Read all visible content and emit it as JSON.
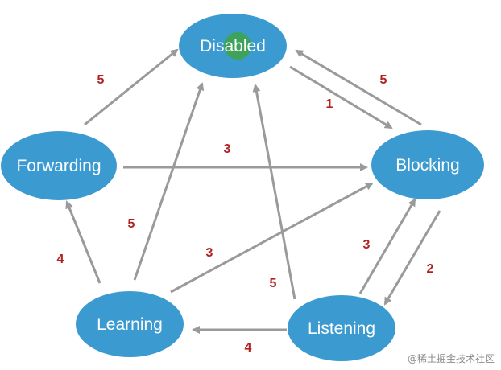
{
  "nodes": [
    {
      "id": "disabled",
      "label": "Disabled",
      "color": "#3b9bd0"
    },
    {
      "id": "blocking",
      "label": "Blocking",
      "color": "#3b9bd0"
    },
    {
      "id": "listening",
      "label": "Listening",
      "color": "#3b9bd0"
    },
    {
      "id": "learning",
      "label": "Learning",
      "color": "#3b9bd0"
    },
    {
      "id": "forwarding",
      "label": "Forwarding",
      "color": "#3b9bd0"
    }
  ],
  "edges": [
    {
      "from": "disabled",
      "to": "blocking",
      "label": "1"
    },
    {
      "from": "blocking",
      "to": "disabled",
      "label": "5"
    },
    {
      "from": "blocking",
      "to": "listening",
      "label": "2"
    },
    {
      "from": "listening",
      "to": "blocking",
      "label": "3"
    },
    {
      "from": "listening",
      "to": "learning",
      "label": "4"
    },
    {
      "from": "listening",
      "to": "disabled",
      "label": "5"
    },
    {
      "from": "learning",
      "to": "disabled",
      "label": "5"
    },
    {
      "from": "learning",
      "to": "blocking",
      "label": "3"
    },
    {
      "from": "learning",
      "to": "forwarding",
      "label": "4"
    },
    {
      "from": "forwarding",
      "to": "disabled",
      "label": "5"
    },
    {
      "from": "forwarding",
      "to": "blocking",
      "label": "3"
    }
  ],
  "colors": {
    "edge": "#9a9a9a",
    "edge_label": "#b22222",
    "highlight": "#3fa34d"
  },
  "watermark": "@稀土掘金技术社区"
}
